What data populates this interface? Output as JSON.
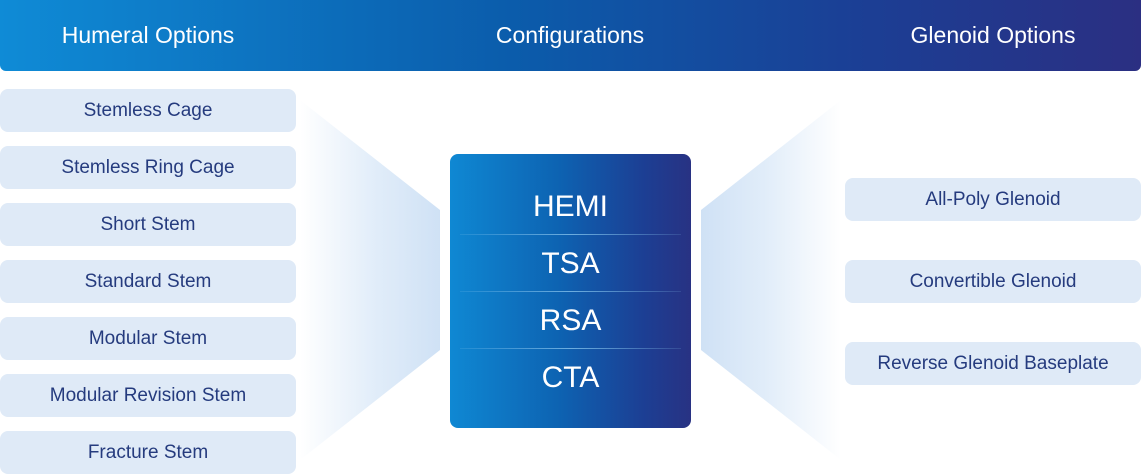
{
  "header": {
    "humeral_title": "Humeral Options",
    "config_title": "Configurations",
    "glenoid_title": "Glenoid Options"
  },
  "humeral_options": [
    "Stemless Cage",
    "Stemless Ring Cage",
    "Short Stem",
    "Standard Stem",
    "Modular Stem",
    "Modular Revision Stem",
    "Fracture Stem"
  ],
  "configurations": [
    "HEMI",
    "TSA",
    "RSA",
    "CTA"
  ],
  "glenoid_options": [
    "All-Poly Glenoid",
    "Convertible Glenoid",
    "Reverse Glenoid Baseplate"
  ],
  "colors": {
    "header_gradient_start": "#0f8bd6",
    "header_gradient_end": "#2b2f82",
    "pill_bg": "#dfeaf7",
    "pill_text": "#253b7e",
    "funnel": "#d6e6f7"
  }
}
